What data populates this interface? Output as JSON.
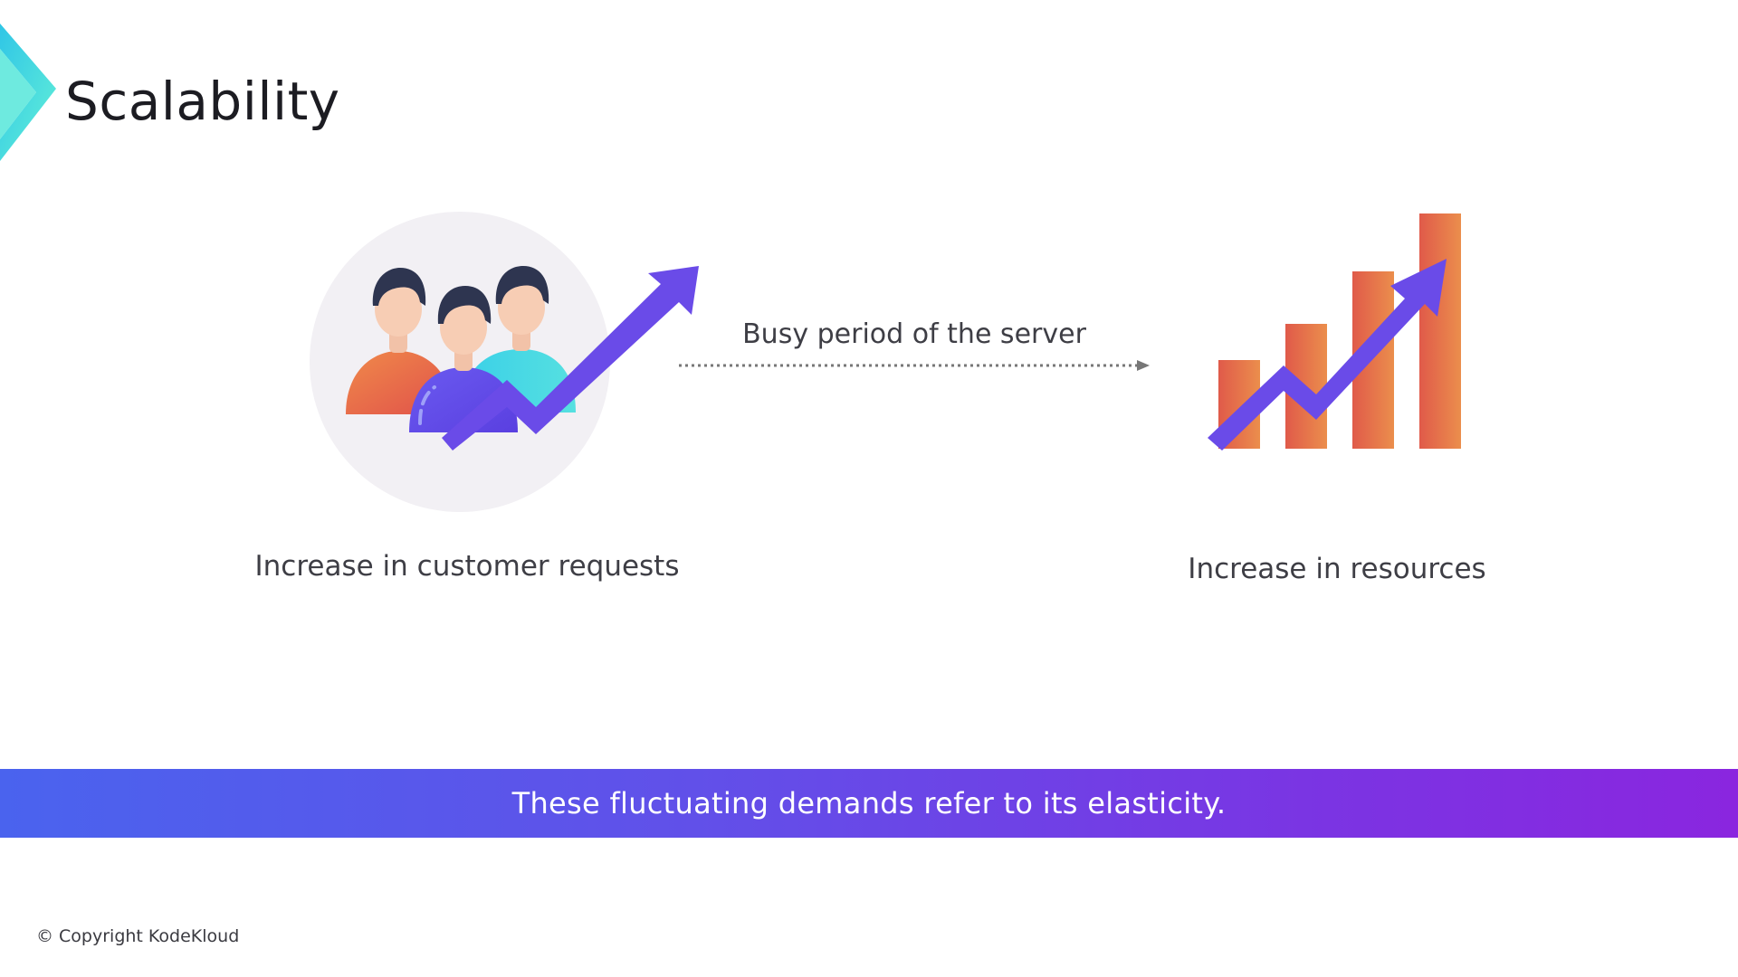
{
  "slide": {
    "title": "Scalability",
    "left_caption": "Increase in customer requests",
    "arrow_label": "Busy period of the server",
    "right_caption": "Increase in resources",
    "banner_text": "These fluctuating demands refer to its elasticity.",
    "copyright": "© Copyright KodeKloud"
  },
  "icons": {
    "logo": "chevron-logo-icon",
    "left_illustration": "customers-growth-icon",
    "right_illustration": "bar-chart-growth-icon",
    "connector": "dotted-arrow-icon"
  },
  "colors": {
    "accent_purple": "#6a4be8",
    "banner_start": "#4a63ee",
    "banner_end": "#8a26df",
    "logo_cyan": "#3fd6e0",
    "bar_orange": "#e8884a",
    "bar_red": "#e05a4a"
  }
}
